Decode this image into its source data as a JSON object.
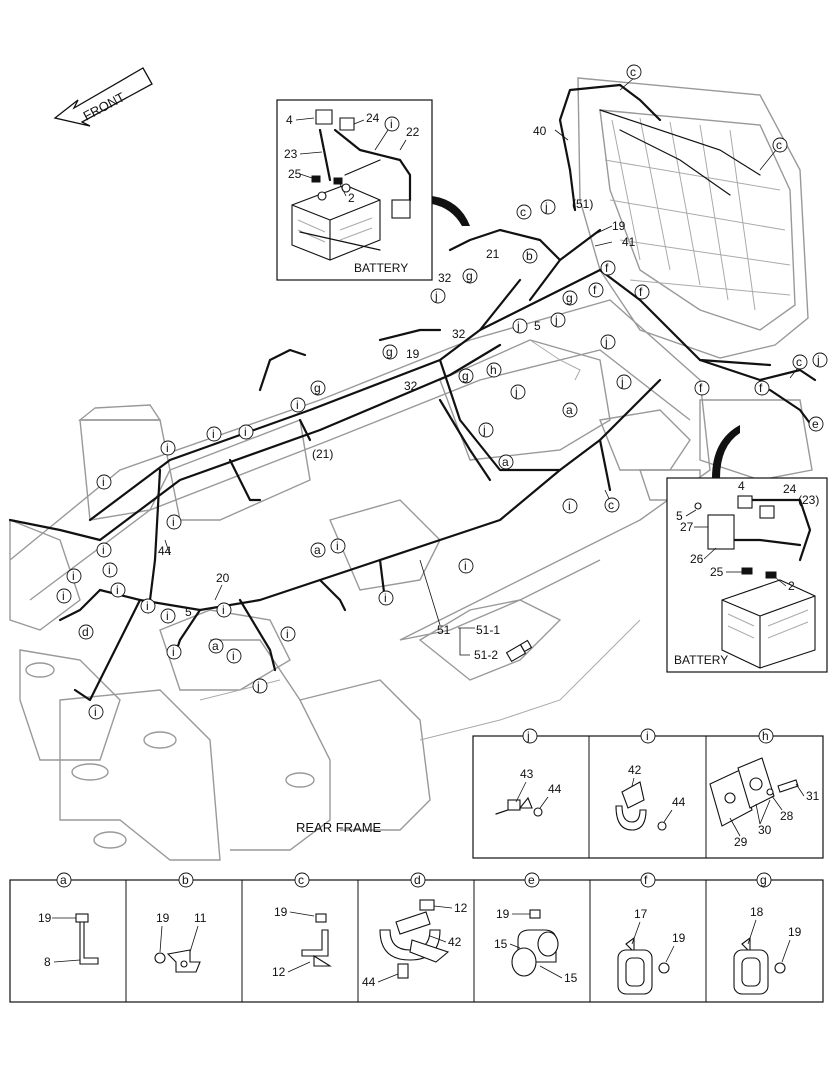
{
  "front_label": "FRONT",
  "battery_label": "BATTERY",
  "rear_frame_label": "REAR FRAME",
  "main_callouts": {
    "c1": "c",
    "c2": "c",
    "n40": "40",
    "c3": "c",
    "c4": "c",
    "c5": "c",
    "j1": "j",
    "n19a": "19",
    "n41": "41",
    "n51p": "(51)",
    "b1": "b",
    "n21": "21",
    "n32a": "32",
    "g1": "g",
    "f1": "f",
    "f2": "f",
    "f3": "f",
    "f4": "f",
    "f5": "f",
    "j2": "j",
    "j3": "j",
    "j4": "j",
    "j5": "j",
    "j6": "j",
    "j7": "j",
    "j8": "j",
    "j9": "j",
    "n5a": "5",
    "n32b": "32",
    "n19b": "19",
    "g2": "g",
    "g3": "g",
    "g4": "g",
    "g5": "g",
    "h1": "h",
    "n32c": "32",
    "a1": "a",
    "a2": "a",
    "a3": "a",
    "a4": "a",
    "i1": "i",
    "i2": "i",
    "i3": "i",
    "i4": "i",
    "i5": "i",
    "i6": "i",
    "i7": "i",
    "i8": "i",
    "i9": "i",
    "i10": "i",
    "i11": "i",
    "i12": "i",
    "i13": "i",
    "i14": "i",
    "i15": "i",
    "i16": "i",
    "i17": "i",
    "i18": "i",
    "i19": "i",
    "i20": "i",
    "i21": "i",
    "n21p": "(21)",
    "n44": "44",
    "n20": "20",
    "n5b": "5",
    "d1": "d",
    "e1": "e",
    "n51": "51",
    "n51_1": "51-1",
    "n51_2": "51-2"
  },
  "battery_inset_top": {
    "n4": "4",
    "n24": "24",
    "i": "i",
    "n22": "22",
    "n23": "23",
    "n25": "25",
    "n2": "2"
  },
  "battery_inset_right": {
    "n4": "4",
    "n24": "24",
    "n23p": "(23)",
    "n5": "5",
    "n27": "27",
    "n26": "26",
    "n25": "25",
    "n2": "2"
  },
  "detail_row_top": [
    {
      "key": "j",
      "labels": [
        "43",
        "44"
      ]
    },
    {
      "key": "i",
      "labels": [
        "42",
        "44"
      ]
    },
    {
      "key": "h",
      "labels": [
        "31",
        "28",
        "30",
        "29"
      ]
    }
  ],
  "detail_row_bottom": [
    {
      "key": "a",
      "labels": [
        "19",
        "8"
      ]
    },
    {
      "key": "b",
      "labels": [
        "19",
        "11"
      ]
    },
    {
      "key": "c",
      "labels": [
        "19",
        "12"
      ]
    },
    {
      "key": "d",
      "labels": [
        "12",
        "42",
        "44"
      ]
    },
    {
      "key": "e",
      "labels": [
        "19",
        "15",
        "15"
      ]
    },
    {
      "key": "f",
      "labels": [
        "17",
        "19"
      ]
    },
    {
      "key": "g",
      "labels": [
        "18",
        "19"
      ]
    }
  ]
}
